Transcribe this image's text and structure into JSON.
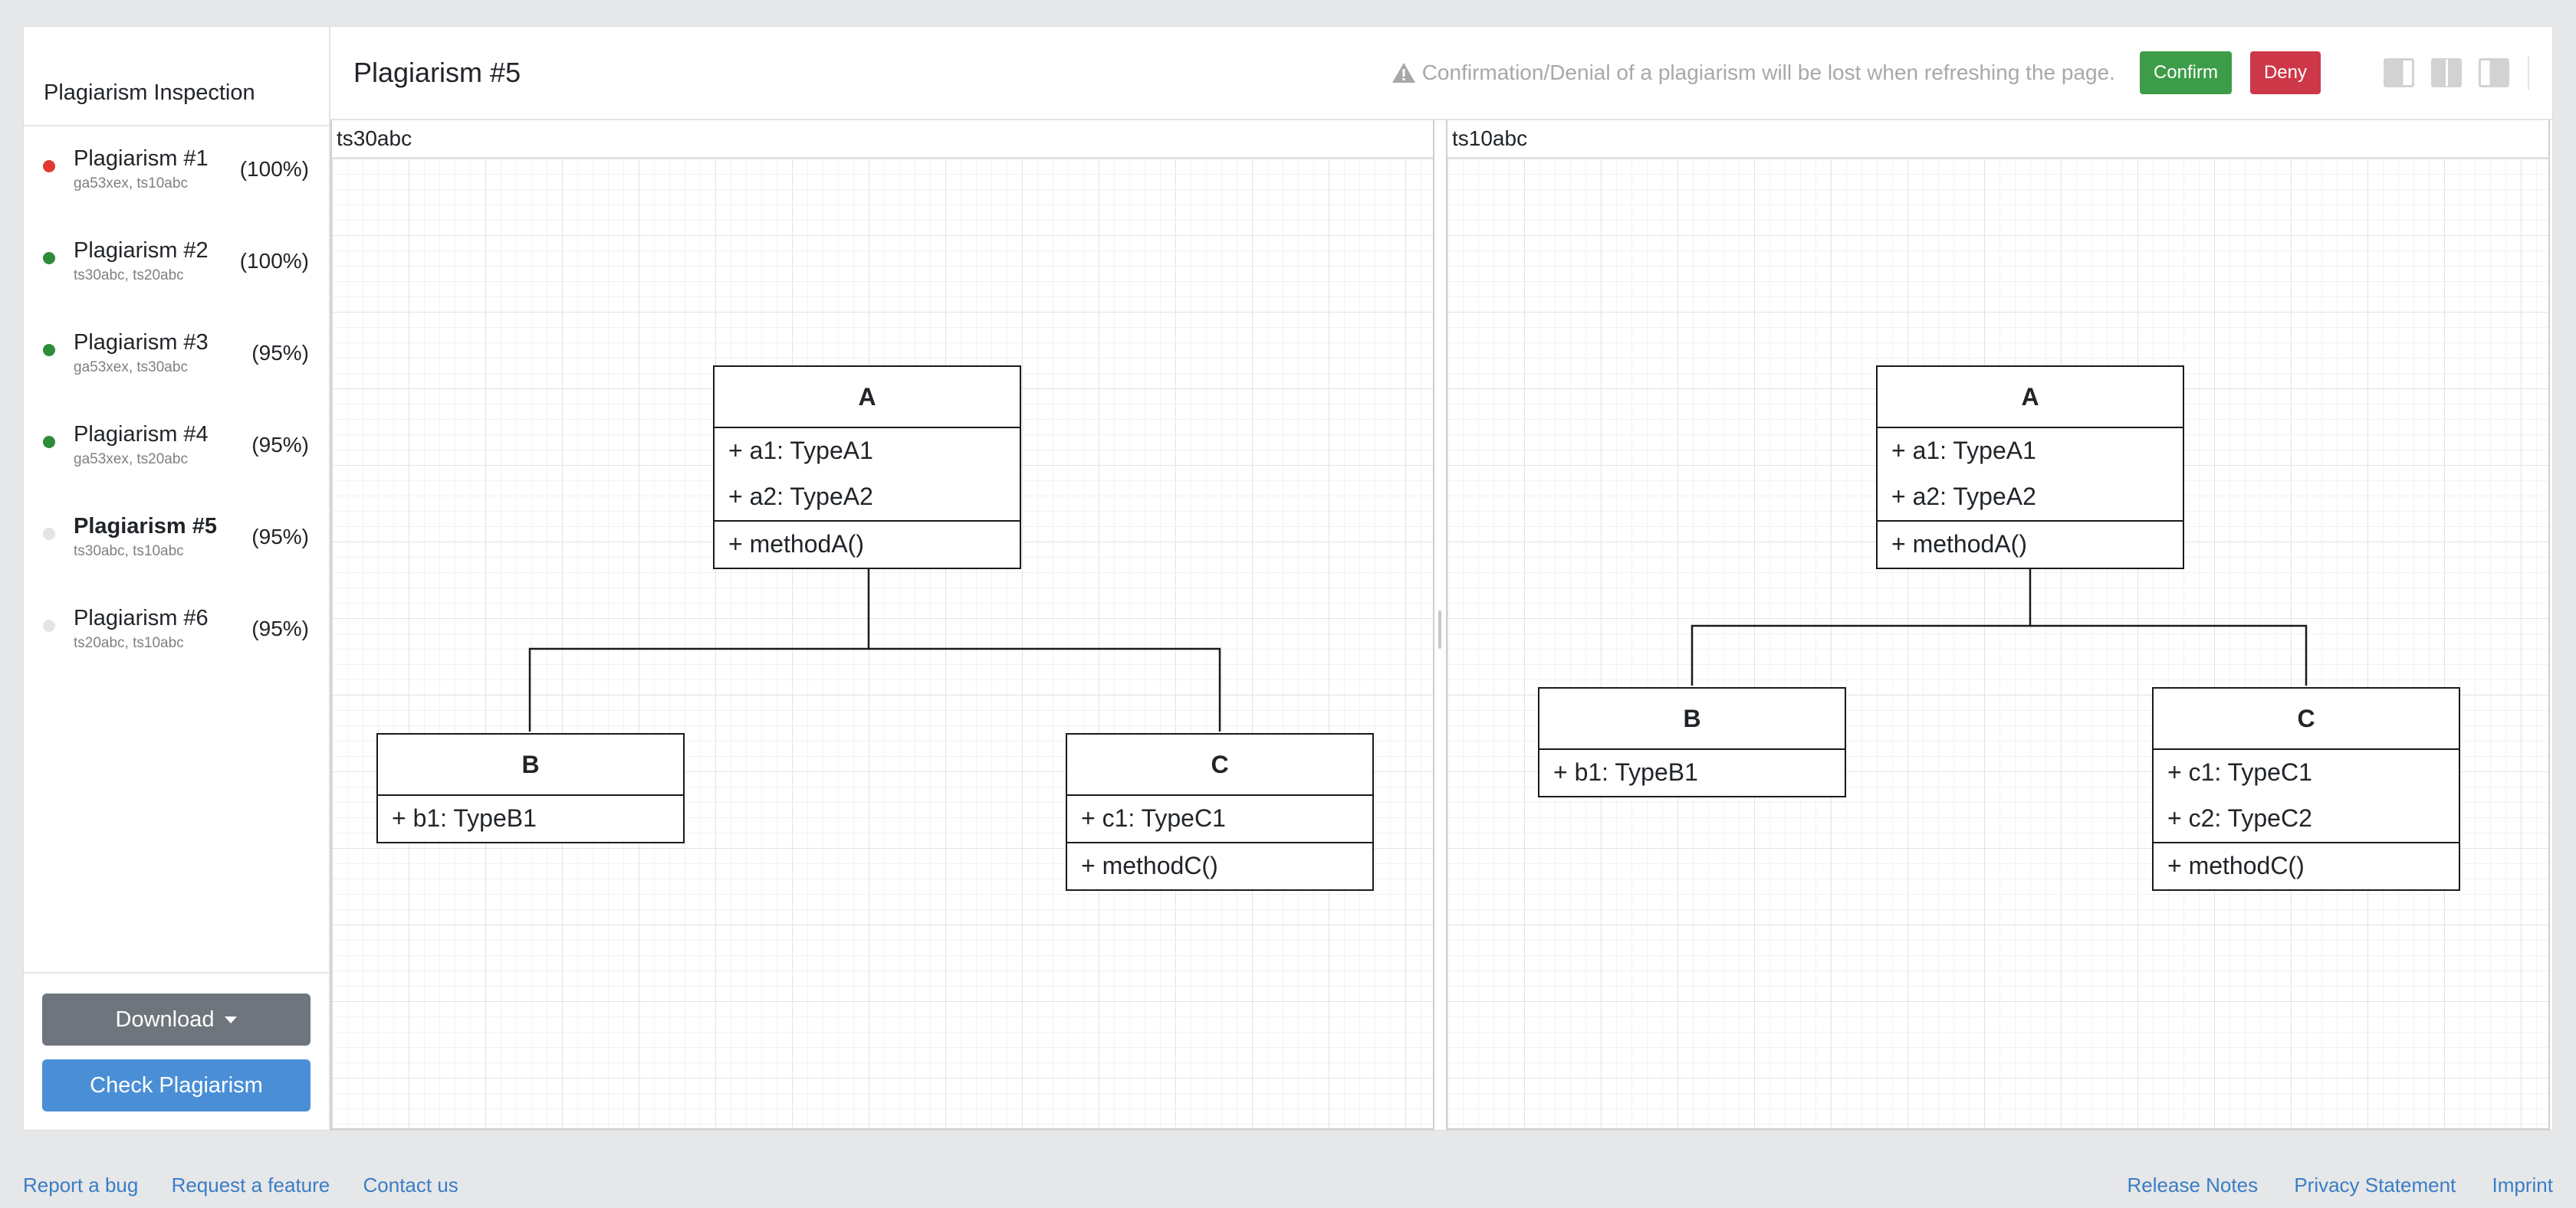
{
  "sidebar": {
    "title": "Plagiarism Inspection",
    "items": [
      {
        "name": "Plagiarism #1",
        "sub": "ga53xex, ts10abc",
        "pct": "(100%)",
        "status_color": "#e03a2e",
        "active": false
      },
      {
        "name": "Plagiarism #2",
        "sub": "ts30abc, ts20abc",
        "pct": "(100%)",
        "status_color": "#2e8b3a",
        "active": false
      },
      {
        "name": "Plagiarism #3",
        "sub": "ga53xex, ts30abc",
        "pct": "(95%)",
        "status_color": "#2e8b3a",
        "active": false
      },
      {
        "name": "Plagiarism #4",
        "sub": "ga53xex, ts20abc",
        "pct": "(95%)",
        "status_color": "#2e8b3a",
        "active": false
      },
      {
        "name": "Plagiarism #5",
        "sub": "ts30abc, ts10abc",
        "pct": "(95%)",
        "status_color": "#e4e4e4",
        "active": true
      },
      {
        "name": "Plagiarism #6",
        "sub": "ts20abc, ts10abc",
        "pct": "(95%)",
        "status_color": "#e4e4e4",
        "active": false
      }
    ],
    "download_label": "Download",
    "check_label": "Check Plagiarism"
  },
  "header": {
    "title": "Plagiarism #5",
    "warning": "Confirmation/Denial of a plagiarism will be lost when refreshing the page.",
    "confirm_label": "Confirm",
    "deny_label": "Deny"
  },
  "panels": {
    "left": {
      "label": "ts30abc",
      "classes": {
        "A": {
          "name": "A",
          "attributes": [
            "+ a1: TypeA1",
            "+ a2: TypeA2"
          ],
          "methods": [
            "+ methodA()"
          ]
        },
        "B": {
          "name": "B",
          "attributes": [
            "+ b1: TypeB1"
          ],
          "methods": []
        },
        "C": {
          "name": "C",
          "attributes": [
            "+ c1: TypeC1"
          ],
          "methods": [
            "+ methodC()"
          ]
        }
      }
    },
    "right": {
      "label": "ts10abc",
      "classes": {
        "A": {
          "name": "A",
          "attributes": [
            "+ a1: TypeA1",
            "+ a2: TypeA2"
          ],
          "methods": [
            "+ methodA()"
          ]
        },
        "B": {
          "name": "B",
          "attributes": [
            "+ b1: TypeB1"
          ],
          "methods": []
        },
        "C": {
          "name": "C",
          "attributes": [
            "+ c1: TypeC1",
            "+ c2: TypeC2"
          ],
          "methods": [
            "+ methodC()"
          ]
        }
      }
    }
  },
  "footer": {
    "left_links": [
      "Report a bug",
      "Request a feature",
      "Contact us"
    ],
    "right_links": [
      "Release Notes",
      "Privacy Statement",
      "Imprint"
    ]
  },
  "icons": {
    "warning": "warning-triangle-icon",
    "layout_left": "layout-left-panel-icon",
    "layout_split": "layout-split-icon",
    "layout_right": "layout-right-panel-icon"
  }
}
